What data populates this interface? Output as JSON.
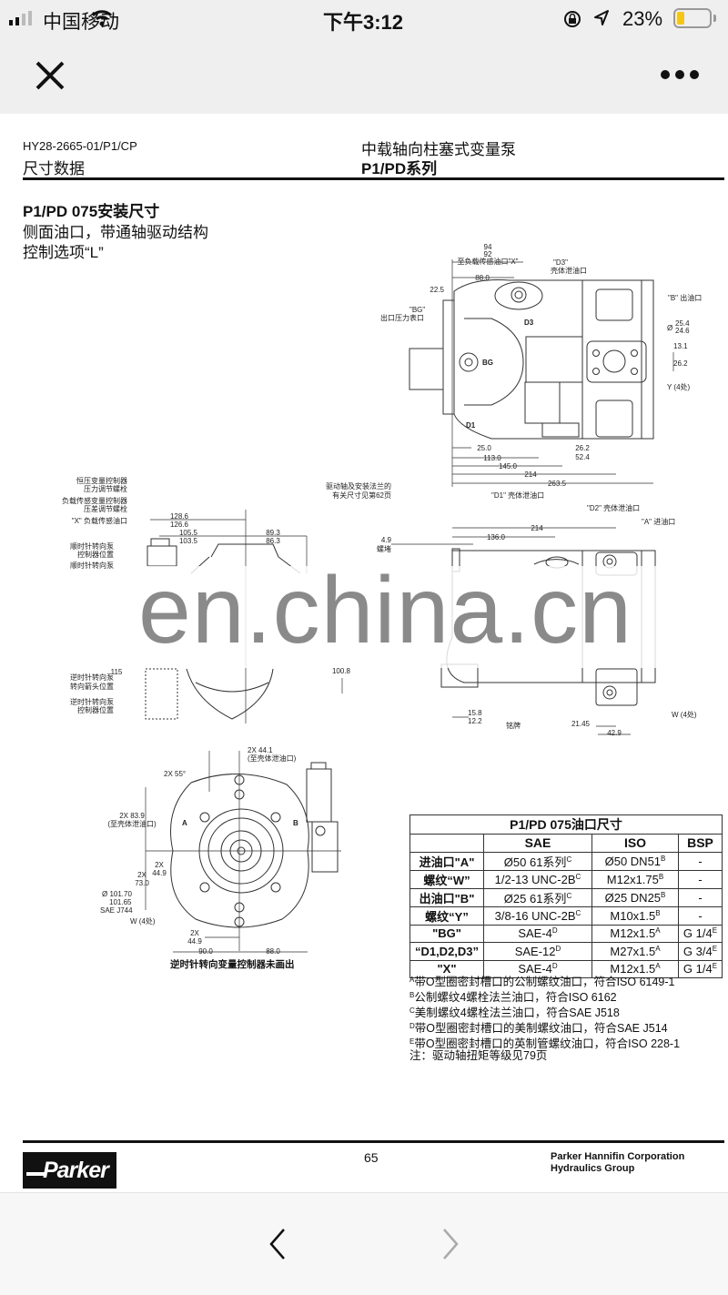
{
  "status_bar": {
    "carrier": "中国移动",
    "time": "下午3:12",
    "battery": "23%",
    "battery_level": 0.23,
    "icons": [
      "signal-icon",
      "wifi-icon",
      "rotation-lock-icon",
      "location-icon",
      "battery-icon"
    ]
  },
  "nav": {
    "close_icon": "close-icon",
    "more_icon": "more-icon"
  },
  "header": {
    "doc_code": "HY28-2665-01/P1/CP",
    "section": "尺寸数据",
    "product": "中载轴向柱塞式变量泵",
    "series": "P1/PD系列"
  },
  "title": {
    "line1": "P1/PD 075安装尺寸",
    "line2": "侧面油口，带通轴驱动结构",
    "line3": "控制选项“L”"
  },
  "diagrams": {
    "top_view": [
      "94",
      "92",
      "至负载传感油口\"X\"",
      "88.0",
      "22.5",
      "\"D3\"",
      "壳体泄油口",
      "\"BG\"",
      "出口压力表口",
      "\"B\" 出油口",
      "Ø",
      "25.4",
      "24.6",
      "13.1",
      "26.2",
      "Y (4处)",
      "25.0",
      "113.0",
      "145.0",
      "214",
      "263.5",
      "26.2",
      "52.4",
      "D3",
      "BG",
      "D1",
      "\"D1\" 壳体泄油口"
    ],
    "front_view": [
      "恒压变量控制器",
      "压力调节螺栓",
      "负载传感变量控制器",
      "压差调节螺栓",
      "\"X\" 负载传感油口",
      "顺时针转向泵",
      "控制器位置",
      "顺时针转向泵",
      "128.6",
      "126.6",
      "105.5",
      "103.5",
      "89.3",
      "86.3",
      "115",
      "逆时针转向泵",
      "转向箭头位置",
      "逆时针转向泵",
      "控制器位置",
      "100.8"
    ],
    "side_view": [
      "驱动轴及安装法兰的",
      "有关尺寸见第62页",
      "\"D2\" 壳体泄油口",
      "\"A\" 进油口",
      "214",
      "136.0",
      "4.9",
      "螺堵",
      "15.8",
      "12.2",
      "铭牌",
      "21.45",
      "42.9",
      "W (4处)"
    ],
    "end_view": [
      "2X 44.1",
      "(至壳体泄油口)",
      "2X 55°",
      "2X 83.9",
      "(至壳体泄油口)",
      "2X",
      "44.9",
      "2X",
      "73.0",
      "Ø 101.70",
      "101.65",
      "SAE J744",
      "W (4处)",
      "2X",
      "44.9",
      "90.0",
      "88.0",
      "A",
      "B"
    ],
    "end_view_caption": "逆时针转向变量控制器未画出"
  },
  "watermark": "en.china.cn",
  "port_table": {
    "title": "P1/PD 075油口尺寸",
    "columns": [
      "",
      "SAE",
      "ISO",
      "BSP"
    ],
    "rows": [
      {
        "name": "进油口\"A\"",
        "sae": "Ø50 61系列",
        "sae_note": "C",
        "iso": "Ø50 DN51",
        "iso_note": "B",
        "bsp": "-",
        "bsp_note": ""
      },
      {
        "name": "螺纹“W”",
        "sae": "1/2-13 UNC-2B",
        "sae_note": "C",
        "iso": "M12x1.75",
        "iso_note": "B",
        "bsp": "-",
        "bsp_note": ""
      },
      {
        "name": "出油口\"B\"",
        "sae": "Ø25 61系列",
        "sae_note": "C",
        "iso": "Ø25 DN25",
        "iso_note": "B",
        "bsp": "-",
        "bsp_note": ""
      },
      {
        "name": "螺纹“Y”",
        "sae": "3/8-16 UNC-2B",
        "sae_note": "C",
        "iso": "M10x1.5",
        "iso_note": "B",
        "bsp": "-",
        "bsp_note": ""
      },
      {
        "name": "\"BG\"",
        "sae": "SAE-4",
        "sae_note": "D",
        "iso": "M12x1.5",
        "iso_note": "A",
        "bsp": "G 1/4",
        "bsp_note": "E"
      },
      {
        "name": "“D1,D2,D3”",
        "sae": "SAE-12",
        "sae_note": "D",
        "iso": "M27x1.5",
        "iso_note": "A",
        "bsp": "G 3/4",
        "bsp_note": "E"
      },
      {
        "name": "\"X\"",
        "sae": "SAE-4",
        "sae_note": "D",
        "iso": "M12x1.5",
        "iso_note": "A",
        "bsp": "G 1/4",
        "bsp_note": "E"
      }
    ]
  },
  "footnotes": [
    {
      "mark": "A",
      "text": "带O型圈密封槽口的公制螺纹油口，符合ISO 6149-1"
    },
    {
      "mark": "B",
      "text": "公制螺纹4螺栓法兰油口，符合ISO 6162"
    },
    {
      "mark": "C",
      "text": "美制螺纹4螺栓法兰油口，符合SAE J518"
    },
    {
      "mark": "D",
      "text": "带O型圈密封槽口的美制螺纹油口，符合SAE J514"
    },
    {
      "mark": "E",
      "text": "带O型圈密封槽口的英制管螺纹油口，符合ISO 228-1"
    }
  ],
  "note": "注：驱动轴扭矩等级见79页",
  "footer": {
    "logo": "Parker",
    "page_number": "65",
    "company": "Parker Hannifin Corporation",
    "group": "Hydraulics Group"
  },
  "bottom_nav": {
    "back_icon": "chevron-left-icon",
    "forward_icon": "chevron-right-icon",
    "forward_enabled": false
  }
}
